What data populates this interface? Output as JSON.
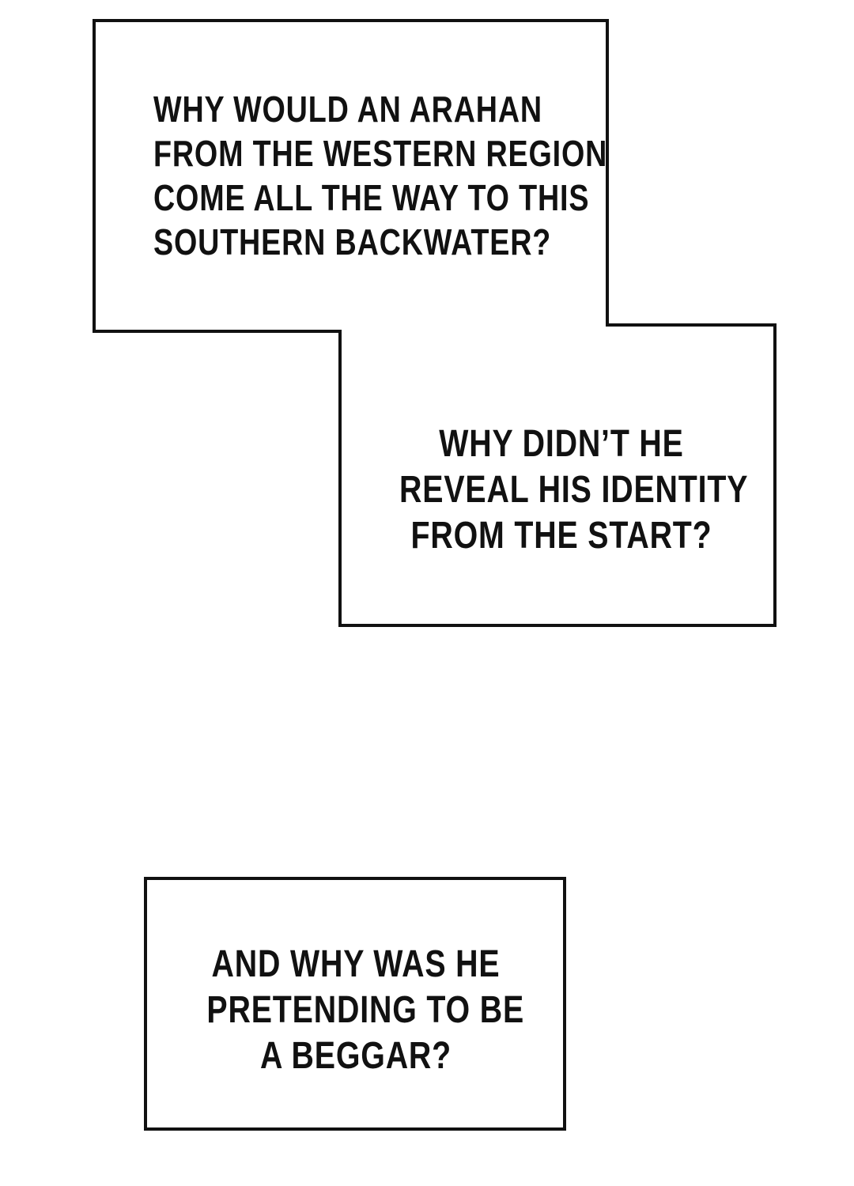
{
  "captions": [
    {
      "lines": [
        "WHY WOULD AN ARAHAN",
        "FROM THE WESTERN REGION",
        "COME ALL THE WAY TO THIS",
        "SOUTHERN BACKWATER?"
      ]
    },
    {
      "lines": [
        "WHY DIDN’T HE",
        "REVEAL HIS IDENTITY",
        "FROM THE START?"
      ]
    },
    {
      "lines": [
        "AND WHY WAS HE",
        "PRETENDING TO BE",
        "A BEGGAR?"
      ]
    }
  ],
  "colors": {
    "ink": "#111111",
    "paper": "#ffffff"
  }
}
